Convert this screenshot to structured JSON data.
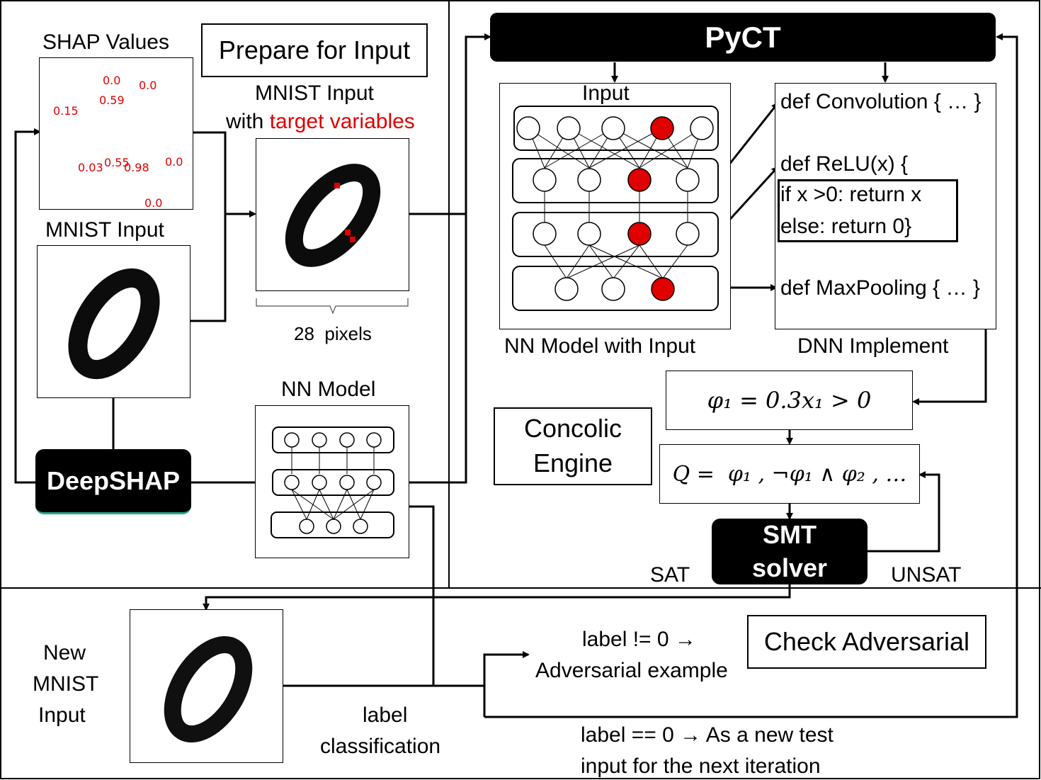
{
  "left_panel": {
    "shap_title": "SHAP Values",
    "shap_values": [
      "0.0",
      "0.0",
      "0.59",
      "0.15",
      "0.03",
      "0.55",
      "0.98",
      "0.0",
      "0.0"
    ],
    "prepare_label": "Prepare for Input",
    "mnist_target_line1": "MNIST Input",
    "mnist_target_line2a": "with ",
    "mnist_target_line2b": "target variables",
    "mnist_input_label": "MNIST Input",
    "pixels_label": "28  pixels",
    "nn_model_label": "NN Model",
    "deepshap_label": "DeepSHAP"
  },
  "right_panel": {
    "pyct_label": "PyCT",
    "input_label": "Input",
    "nn_with_input_label": "NN Model with Input",
    "dnn_impl_label": "DNN Implement",
    "code_conv": "def Convolution { … }",
    "code_relu": "def ReLU(x) {",
    "code_relu_if": "if x >0: return x",
    "code_relu_else": "else: return 0}",
    "code_maxpool": "def MaxPooling { … }",
    "concolic_line1": "Concolic",
    "concolic_line2": "Engine",
    "phi_formula": "φ₁ = 0.3x₁ > 0",
    "q_formula": "Q =  φ₁ , ¬φ₁ ∧ φ₂ , …",
    "smt_line1": "SMT",
    "smt_line2": "solver",
    "sat_label": "SAT",
    "unsat_label": "UNSAT"
  },
  "bottom_panel": {
    "new_input_line1": "New",
    "new_input_line2": "MNIST",
    "new_input_line3": "Input",
    "label_class_line1": "label",
    "label_class_line2": "classification",
    "adv_line1": "label != 0 →",
    "adv_line2": "Adversarial example",
    "check_label": "Check Adversarial",
    "next_line1": "label == 0 → As a new test",
    "next_line2": "input for the next iteration"
  },
  "colors": {
    "target": "#e00000",
    "dark_box": "#000000",
    "line": "#000000"
  }
}
